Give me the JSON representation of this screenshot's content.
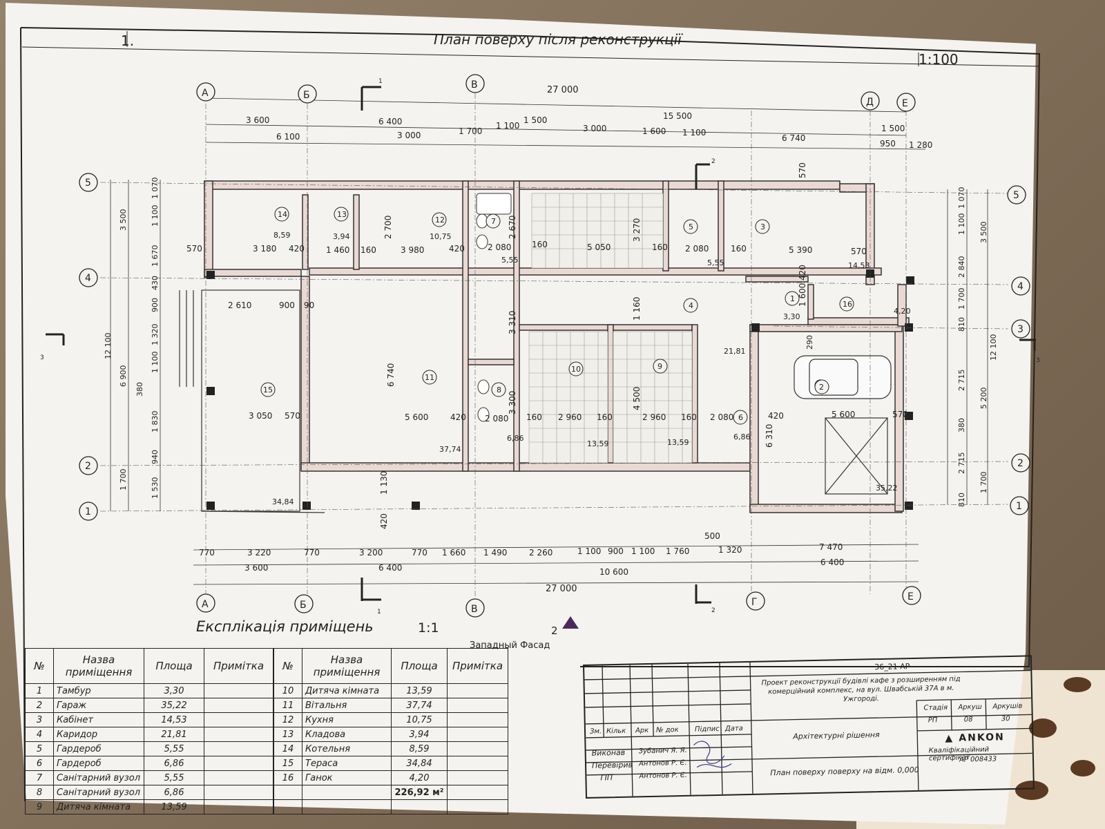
{
  "sheet": {
    "number": "1.",
    "title": "План поверху після реконструкції",
    "scale": "1:100"
  },
  "axes": {
    "letters": [
      "А",
      "Б",
      "В",
      "Д",
      "Е",
      "Г"
    ],
    "numbers": [
      "5",
      "4",
      "3",
      "2",
      "1"
    ]
  },
  "dimensions": {
    "top_total": "27 000",
    "top_row1": [
      "3 600",
      "6 400",
      "1 500",
      "15 500"
    ],
    "top_row2": [
      "6 100",
      "3 000",
      "1 700",
      "1 100",
      "3 000",
      "1 600",
      "1 100",
      "6 740",
      "1 500",
      "950",
      "1 280"
    ],
    "bottom_row1": [
      "770",
      "3 220",
      "770",
      "3 200",
      "770",
      "1 660",
      "1 490",
      "2 260",
      "1 100",
      "900",
      "1 100",
      "1 760",
      "500",
      "1 320",
      "7 470"
    ],
    "bottom_row2": [
      "3 600",
      "6 400",
      "10 600",
      "6 400"
    ],
    "bottom_total": "27 000",
    "left_outer": [
      "3 500",
      "12 100",
      "6 900",
      "1 700"
    ],
    "left_inner": [
      "1 070",
      "1 100",
      "1 670",
      "430",
      "900",
      "1 320",
      "1 100",
      "380",
      "1 830",
      "940",
      "1 530"
    ],
    "right_outer": [
      "3 500",
      "12 100",
      "5 200",
      "1 700"
    ],
    "right_inner": [
      "1 070",
      "1 100",
      "2 840",
      "1 700",
      "810",
      "290",
      "2 715",
      "380",
      "2 715",
      "810"
    ],
    "interior": [
      "570",
      "3 180",
      "420",
      "1 460",
      "160",
      "3 980",
      "420",
      "2 080",
      "160",
      "5 050",
      "160",
      "2 080",
      "160",
      "5 390",
      "570",
      "2 610",
      "900",
      "90",
      "3 050",
      "570",
      "5 600",
      "420",
      "2 080",
      "160",
      "2 960",
      "160",
      "2 960",
      "160",
      "2 080",
      "420",
      "5 600",
      "570",
      "2 700",
      "6 740",
      "3 310",
      "3 300",
      "2 670",
      "3 270",
      "1 160",
      "4 500",
      "6 310",
      "1 600",
      "420",
      "570",
      "1 130",
      "420"
    ]
  },
  "rooms": [
    {
      "n": "14",
      "area": "8,59"
    },
    {
      "n": "13",
      "area": "3,94"
    },
    {
      "n": "12",
      "area": "10,75"
    },
    {
      "n": "7",
      "area": "5,55"
    },
    {
      "n": "5",
      "area": "5,55"
    },
    {
      "n": "3",
      "area": "14,53"
    },
    {
      "n": "1",
      "area": "3,30"
    },
    {
      "n": "16",
      "area": "4,20"
    },
    {
      "n": "4",
      "area": "21,81"
    },
    {
      "n": "11",
      "area": "37,74"
    },
    {
      "n": "8",
      "area": "6,86"
    },
    {
      "n": "10",
      "area": "13,59"
    },
    {
      "n": "9",
      "area": "13,59"
    },
    {
      "n": "6",
      "area": "6,86"
    },
    {
      "n": "2",
      "area": "35,22"
    },
    {
      "n": "15",
      "area": "34,84"
    }
  ],
  "sections": [
    "1",
    "2",
    "3"
  ],
  "explication": {
    "title": "Експлікація приміщень",
    "scale": "1:1",
    "headers": [
      "№",
      "Назва приміщення",
      "Площа",
      "Примітка"
    ],
    "left": [
      [
        "1",
        "Тамбур",
        "3,30"
      ],
      [
        "2",
        "Гараж",
        "35,22"
      ],
      [
        "3",
        "Кабінет",
        "14,53"
      ],
      [
        "4",
        "Каридор",
        "21,81"
      ],
      [
        "5",
        "Гардероб",
        "5,55"
      ],
      [
        "6",
        "Гардероб",
        "6,86"
      ],
      [
        "7",
        "Санітарний вузол",
        "5,55"
      ],
      [
        "8",
        "Санітарний вузол",
        "6,86"
      ],
      [
        "9",
        "Дитяча кімната",
        "13,59"
      ]
    ],
    "right": [
      [
        "10",
        "Дитяча кімната",
        "13,59"
      ],
      [
        "11",
        "Вітальня",
        "37,74"
      ],
      [
        "12",
        "Кухня",
        "10,75"
      ],
      [
        "13",
        "Кладова",
        "3,94"
      ],
      [
        "14",
        "Котельня",
        "8,59"
      ],
      [
        "15",
        "Тераса",
        "34,84"
      ],
      [
        "16",
        "Ганок",
        "4,20"
      ]
    ],
    "total": "226,92 м²"
  },
  "facade": {
    "num": "2",
    "label": "Западный Фасад"
  },
  "stamp": {
    "code": "36_21 АР",
    "project": "Проект реконструкції будівлі кафе з розширенням під комерційний комплекс, на вул. Швабській 37А в м. Ужгороді.",
    "cols": [
      "Зм.",
      "Кільк",
      "Арк",
      "№ док",
      "Підпис",
      "Дата"
    ],
    "roles": [
      "Виконав",
      "Перевірив",
      "ГІП"
    ],
    "names": [
      "Зубанич Я. Я.",
      "Антонов Р. Є.",
      "Антонов Р. Є."
    ],
    "section": "Архітектурні рішення",
    "drawing": "План поверху поверху на відм. 0,000",
    "stage_head": [
      "Стадія",
      "Аркуш",
      "Аркушів"
    ],
    "stage_vals": [
      "РП",
      "08",
      "30"
    ],
    "company": "ANKON",
    "cert": "Кваліфікаційний сертифікат",
    "cert_no": "АР 008433"
  },
  "colors": {
    "paper": "#f4f3ef",
    "wall": "#e9d8d3",
    "ink": "#222222",
    "triangle": "#4a2a5a"
  }
}
